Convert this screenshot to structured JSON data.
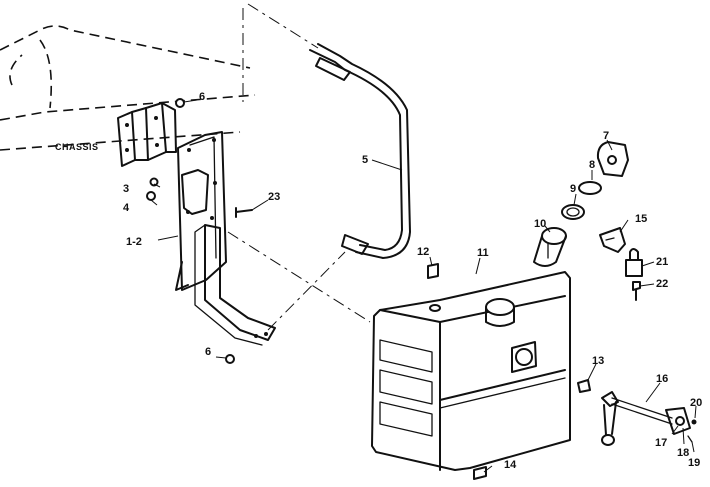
{
  "diagram": {
    "chassis_label": "CHASSIS",
    "callouts": {
      "c1_2": "1-2",
      "c3": "3",
      "c4": "4",
      "c5": "5",
      "c6_top": "6",
      "c6_bottom": "6",
      "c7": "7",
      "c8": "8",
      "c9": "9",
      "c10": "10",
      "c11": "11",
      "c12": "12",
      "c13": "13",
      "c14": "14",
      "c15": "15",
      "c16": "16",
      "c17": "17",
      "c18": "18",
      "c19": "19",
      "c20": "20",
      "c21": "21",
      "c22": "22",
      "c23": "23"
    }
  }
}
